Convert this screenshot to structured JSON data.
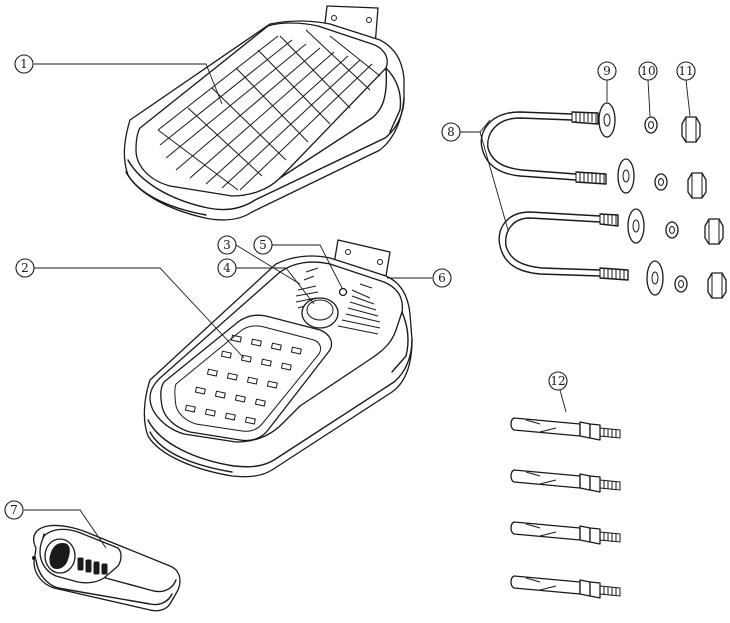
{
  "callouts": {
    "c1": "1",
    "c2": "2",
    "c3": "3",
    "c4": "4",
    "c5": "5",
    "c6": "6",
    "c7": "7",
    "c8": "8",
    "c9": "9",
    "c10": "10",
    "c11": "11",
    "c12": "12"
  },
  "icons": {
    "keypad_back": "keypad-rear-view-icon",
    "keypad_front": "keypad-front-view-icon",
    "remote": "remote-control-icon",
    "u_bolts": "u-bolt-icon",
    "washer": "washer-icon",
    "lock_washer": "lock-washer-icon",
    "nut": "hex-nut-icon",
    "anchor_bolt": "expansion-bolt-icon"
  }
}
